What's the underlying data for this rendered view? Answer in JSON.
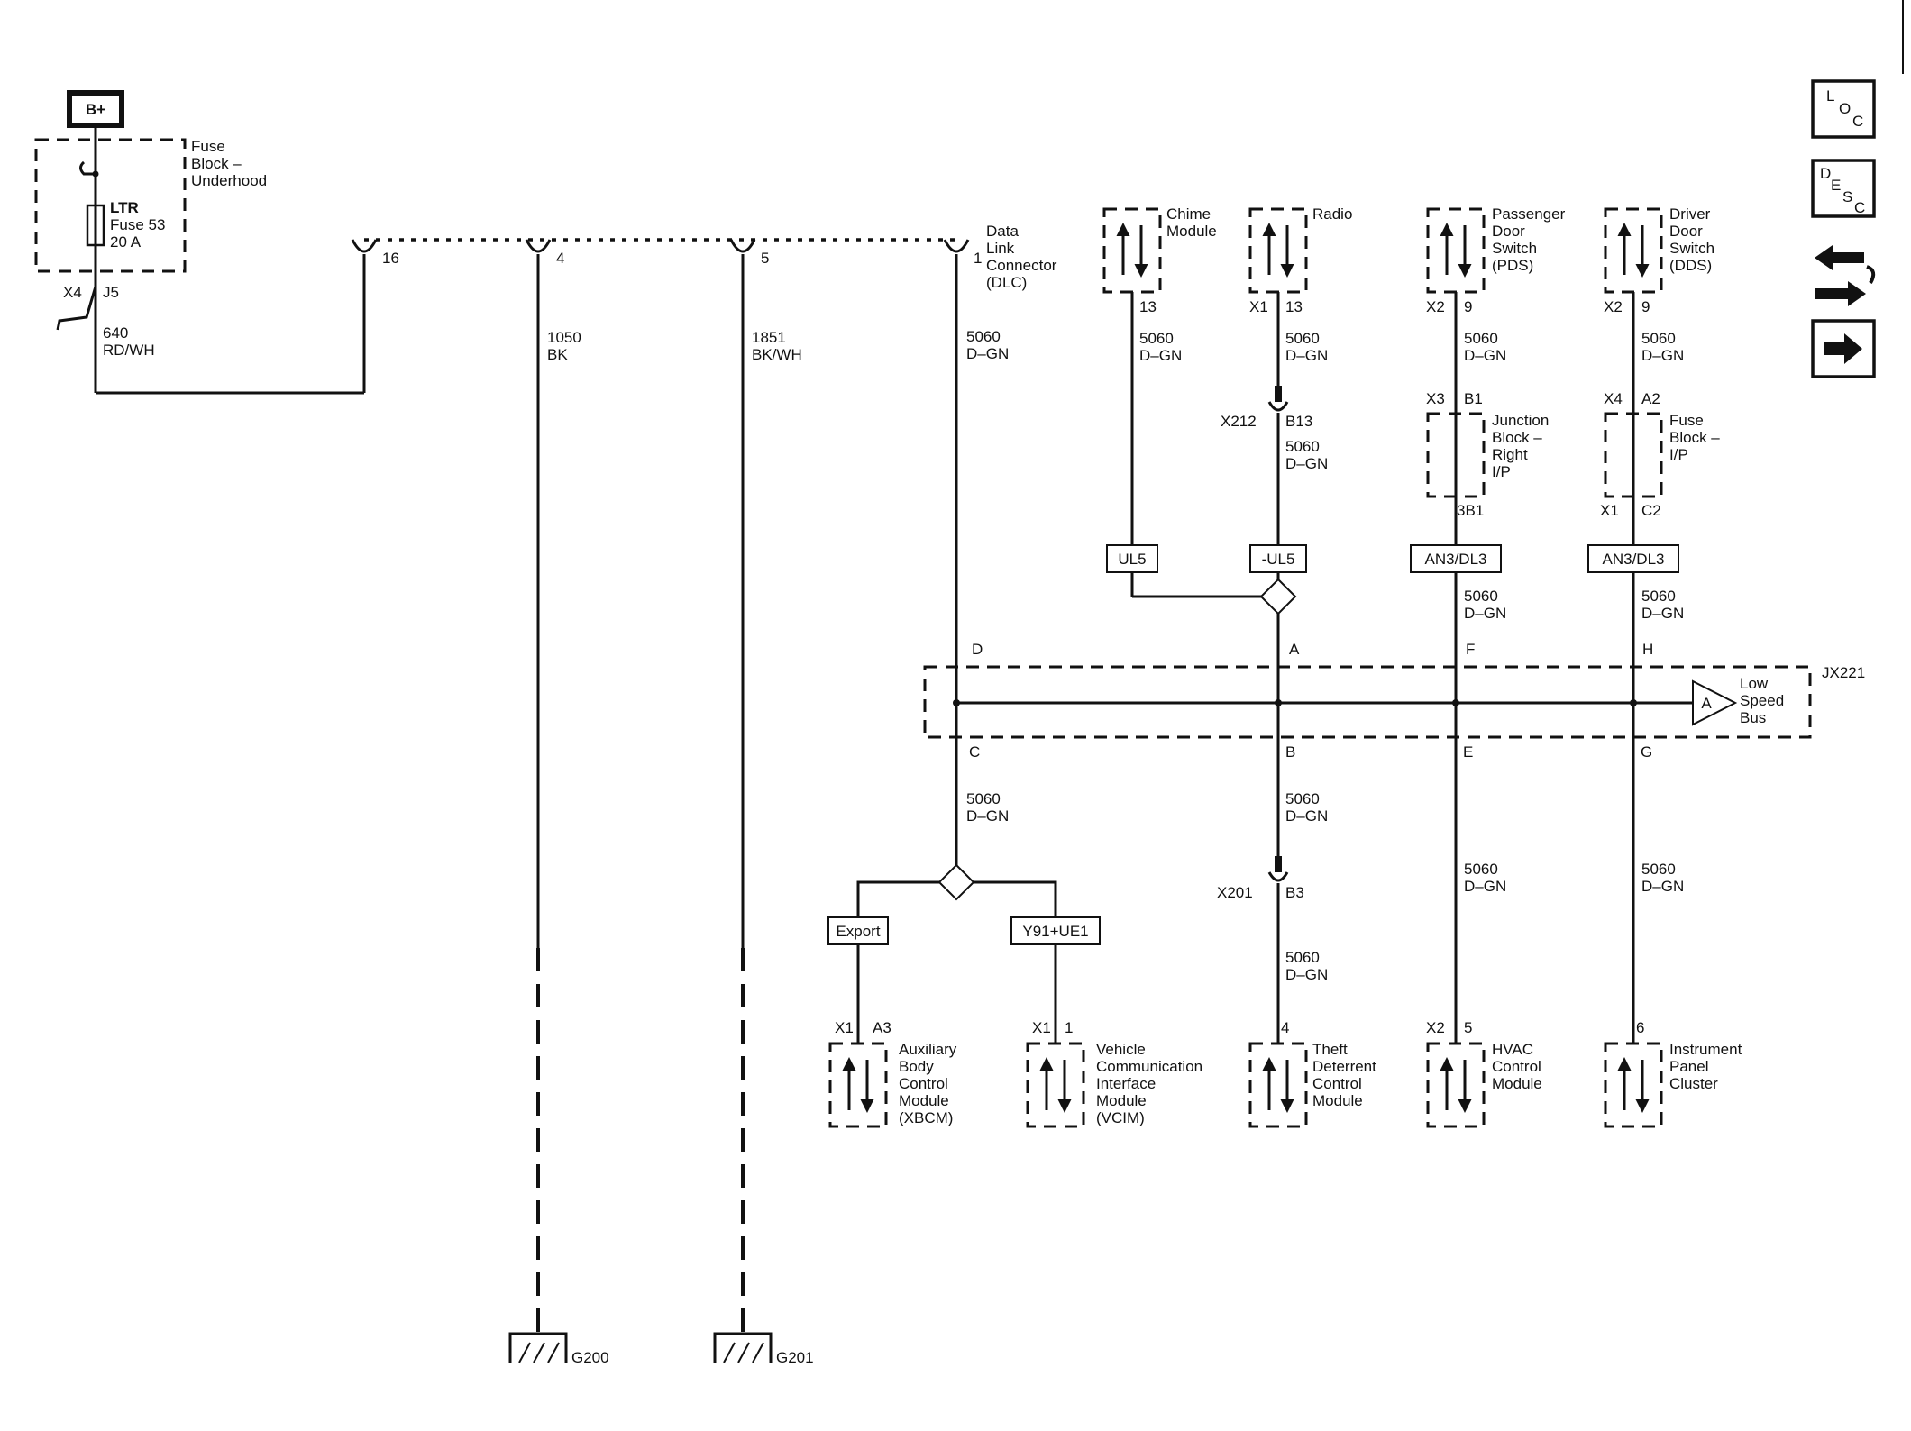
{
  "power": {
    "battery": "B+"
  },
  "fuse_block": {
    "label": [
      "Fuse",
      "Block –",
      "Underhood"
    ],
    "fuse": [
      "LTR",
      "Fuse 53",
      "20 A"
    ],
    "connector": "X4",
    "pin": "J5"
  },
  "power_wire": {
    "circuit": "640",
    "color": "RD/WH"
  },
  "dlc": {
    "label": [
      "Data",
      "Link",
      "Connector",
      "(DLC)"
    ],
    "pin16": "16",
    "pin4": "4",
    "pin5": "5",
    "pin1": "1"
  },
  "ground_wires": {
    "w1050": {
      "circuit": "1050",
      "color": "BK"
    },
    "w1851": {
      "circuit": "1851",
      "color": "BK/WH"
    },
    "g200": "G200",
    "g201": "G201"
  },
  "bus_wire": {
    "circuit": "5060",
    "color": "D–GN"
  },
  "top_modules": {
    "chime": {
      "label": [
        "Chime",
        "Module"
      ],
      "pin": "13"
    },
    "radio": {
      "label": [
        "Radio"
      ],
      "connector": "X1",
      "pin": "13"
    },
    "pds": {
      "label": [
        "Passenger",
        "Door",
        "Switch",
        "(PDS)"
      ],
      "connector": "X2",
      "pin": "9"
    },
    "dds": {
      "label": [
        "Driver",
        "Door",
        "Switch",
        "(DDS)"
      ],
      "connector": "X2",
      "pin": "9"
    }
  },
  "inline_connectors": {
    "x212": {
      "name": "X212",
      "pin": "B13"
    },
    "x201": {
      "name": "X201",
      "pin": "B3"
    }
  },
  "junction_blocks": {
    "right_ip": {
      "label": [
        "Junction",
        "Block –",
        "Right",
        "I/P"
      ],
      "connector": "X3",
      "pin_in": "B1",
      "pin_out": "3B1"
    },
    "fuse_ip": {
      "label": [
        "Fuse",
        "Block –",
        "I/P"
      ],
      "connector_in": "X4",
      "pin_in": "A2",
      "connector_out": "X1",
      "pin_out": "C2"
    }
  },
  "options": {
    "ul5": "UL5",
    "not_ul5": "-UL5",
    "an3_a": "AN3/DL3",
    "an3_b": "AN3/DL3",
    "export": "Export",
    "y91": "Y91+UE1"
  },
  "splice": {
    "name": "JX221",
    "pins_top": [
      "D",
      "A",
      "F",
      "H"
    ],
    "pins_bottom": [
      "C",
      "B",
      "E",
      "G"
    ],
    "off_page_letter": "A",
    "off_page_label": [
      "Low",
      "Speed",
      "Bus"
    ]
  },
  "bottom_modules": {
    "xbcm": {
      "label": [
        "Auxiliary",
        "Body",
        "Control",
        "Module",
        "(XBCM)"
      ],
      "connector": "X1",
      "pin": "A3"
    },
    "vcim": {
      "label": [
        "Vehicle",
        "Communication",
        "Interface",
        "Module",
        "(VCIM)"
      ],
      "connector": "X1",
      "pin": "1"
    },
    "theft": {
      "label": [
        "Theft",
        "Deterrent",
        "Control",
        "Module"
      ],
      "pin": "4"
    },
    "hvac": {
      "label": [
        "HVAC",
        "Control",
        "Module"
      ],
      "connector": "X2",
      "pin": "5"
    },
    "ipc": {
      "label": [
        "Instrument",
        "Panel",
        "Cluster"
      ],
      "pin": "6"
    }
  },
  "side_buttons": {
    "loc": [
      "L",
      "O",
      "C"
    ],
    "desc": [
      "D",
      "E",
      "S",
      "C"
    ]
  }
}
